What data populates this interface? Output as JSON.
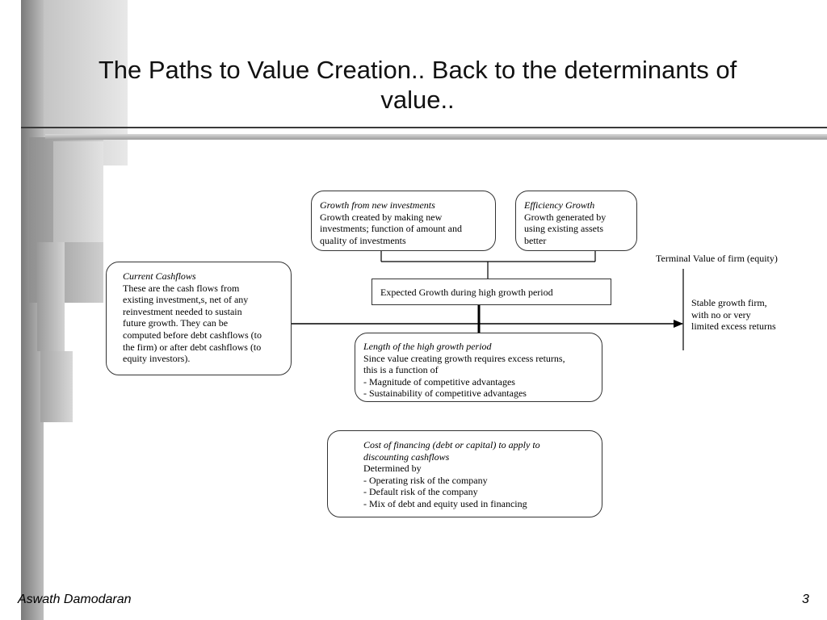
{
  "slide": {
    "title": "The Paths to Value Creation.. Back to the determinants of value..",
    "footer_author": "Aswath Damodaran",
    "page_number": "3"
  },
  "diagram": {
    "current_cashflows": {
      "heading": "Current Cashflows",
      "text": "These are the cash flows from\nexisting investment,s, net of any\nreinvestment needed to sustain\nfuture growth. They can be\ncomputed before debt cashflows (to\nthe firm) or after debt cashflows (to\nequity investors)."
    },
    "growth_new_investments": {
      "heading": "Growth from new investments",
      "text": "Growth created by making new\ninvestments; function of amount and\nquality of investments"
    },
    "efficiency_growth": {
      "heading": "Efficiency Growth",
      "text": "Growth generated by\nusing existing assets\nbetter"
    },
    "expected_growth": {
      "text": "Expected Growth during high growth period"
    },
    "length_high_growth": {
      "heading": "Length of the high growth period",
      "text": "Since value creating growth requires excess returns,\nthis is a function of\n- Magnitude of competitive advantages\n- Sustainability of competitive advantages"
    },
    "terminal_value": {
      "heading": "Terminal Value of firm (equity)",
      "text": "Stable growth firm,\nwith no or very\nlimited excess returns"
    },
    "cost_of_financing": {
      "heading": "Cost of financing (debt or capital) to apply to\ndiscounting cashflows",
      "text": "Determined by\n- Operating risk of the company\n- Default risk of the company\n- Mix of debt and equity used in financing"
    }
  }
}
